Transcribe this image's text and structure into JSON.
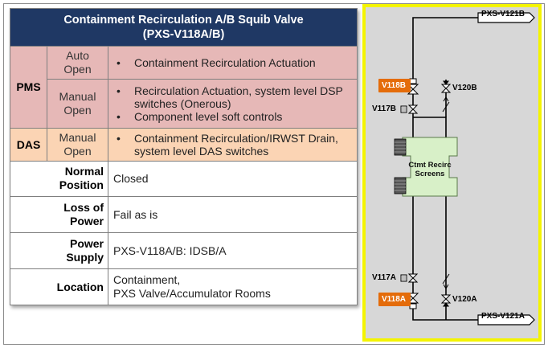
{
  "table": {
    "title_line1": "Containment Recirculation A/B Squib Valve",
    "title_line2": "(PXS-V118A/B)",
    "pms": {
      "label": "PMS",
      "auto_mode_line1": "Auto",
      "auto_mode_line2": "Open",
      "auto_items": [
        "Containment Recirculation Actuation"
      ],
      "manual_mode_line1": "Manual",
      "manual_mode_line2": "Open",
      "manual_items": [
        "Recirculation Actuation, system level DSP switches (Onerous)",
        "Component level soft controls"
      ]
    },
    "das": {
      "label": "DAS",
      "mode_line1": "Manual",
      "mode_line2": "Open",
      "items": [
        "Containment Recirculation/IRWST Drain, system level DAS switches"
      ]
    },
    "rows": [
      {
        "label_line1": "Normal",
        "label_line2": "Position",
        "value_line1": "Closed",
        "value_line2": ""
      },
      {
        "label_line1": "Loss of",
        "label_line2": "Power",
        "value_line1": "Fail as is",
        "value_line2": ""
      },
      {
        "label_line1": "Power",
        "label_line2": "Supply",
        "value_line1": "PXS-V118A/B: IDSB/A",
        "value_line2": ""
      },
      {
        "label_line1": "Location",
        "label_line2": "",
        "value_line1": "Containment,",
        "value_line2": "PXS Valve/Accumulator Rooms"
      }
    ],
    "colors": {
      "header": "#1f3864",
      "pms": "#e6b8b7",
      "das": "#fbd4b4"
    }
  },
  "schematic": {
    "top_flag": "PXS-V121B",
    "bottom_flag": "PXS-V121A",
    "v118b": "V118B",
    "v117b": "V117B",
    "v120b": "V120B",
    "v118a": "V118A",
    "v117a": "V117A",
    "v120a": "V120A",
    "screens_line1": "Ctmt Recirc",
    "screens_line2": "Screens",
    "colors": {
      "border": "#f4f400",
      "background": "#d7d7d7",
      "highlight": "#e46c0a",
      "screen_fill": "#d8f0c8"
    }
  }
}
